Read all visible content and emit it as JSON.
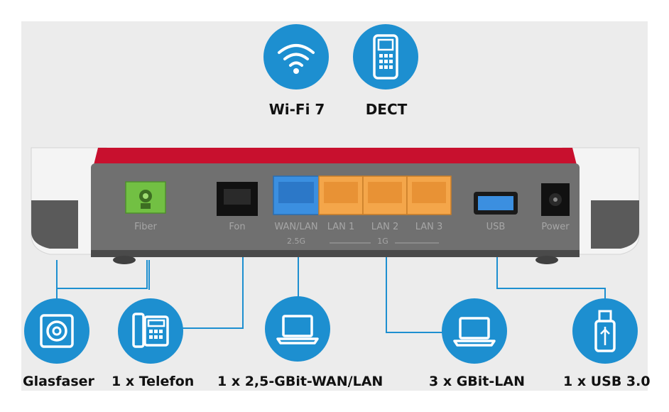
{
  "top_features": [
    {
      "label": "Wi-Fi 7",
      "icon": "wifi-icon"
    },
    {
      "label": "DECT",
      "icon": "cordless-phone-icon"
    }
  ],
  "ports": {
    "fiber": "Fiber",
    "fon": "Fon",
    "wan_lan": "WAN/LAN",
    "lan1": "LAN 1",
    "lan2": "LAN 2",
    "lan3": "LAN 3",
    "usb": "USB",
    "power": "Power",
    "speed_wan": "2.5G",
    "speed_lan": "1G"
  },
  "bottom_features": [
    {
      "label": "Glasfaser",
      "icon": "fiber-optic-icon"
    },
    {
      "label": "1 x Telefon",
      "icon": "telephone-icon"
    },
    {
      "label": "1 x 2,5-GBit-WAN/LAN",
      "icon": "laptop-icon"
    },
    {
      "label": "3 x GBit-LAN",
      "icon": "laptop-icon"
    },
    {
      "label": "1 x USB 3.0",
      "icon": "usb-icon"
    }
  ],
  "colors": {
    "accent": "#1d8fd0",
    "router_red": "#c8102e",
    "router_body": "#6e6e6e",
    "wan_port": "#3b8fe0",
    "lan_port": "#f4a64a",
    "fiber_port": "#72c043"
  }
}
